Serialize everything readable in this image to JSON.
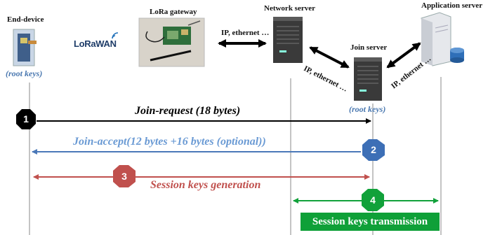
{
  "nodes": {
    "end_device": "End-device",
    "gateway": "LoRa gateway",
    "network_server": "Network server",
    "join_server": "Join server",
    "application_server": "Application server"
  },
  "lorawan_logo": "LoRaWAN",
  "root_keys_left": "(root keys)",
  "root_keys_join": "(root keys)",
  "connections": {
    "gw_ns": "IP, ethernet …",
    "ns_js": "IP, ethernet …",
    "js_as": "IP, ethernet …"
  },
  "steps": [
    {
      "number": "1",
      "label": "Join-request (18 bytes)",
      "color": "#000000"
    },
    {
      "number": "2",
      "label": "Join-accept(12 bytes +16 bytes (optional))",
      "color": "#4a78b8"
    },
    {
      "number": "3",
      "label": "Session  keys generation",
      "color": "#c0504d"
    },
    {
      "number": "4",
      "label": "Session keys transmission",
      "color": "#11a13a"
    }
  ]
}
